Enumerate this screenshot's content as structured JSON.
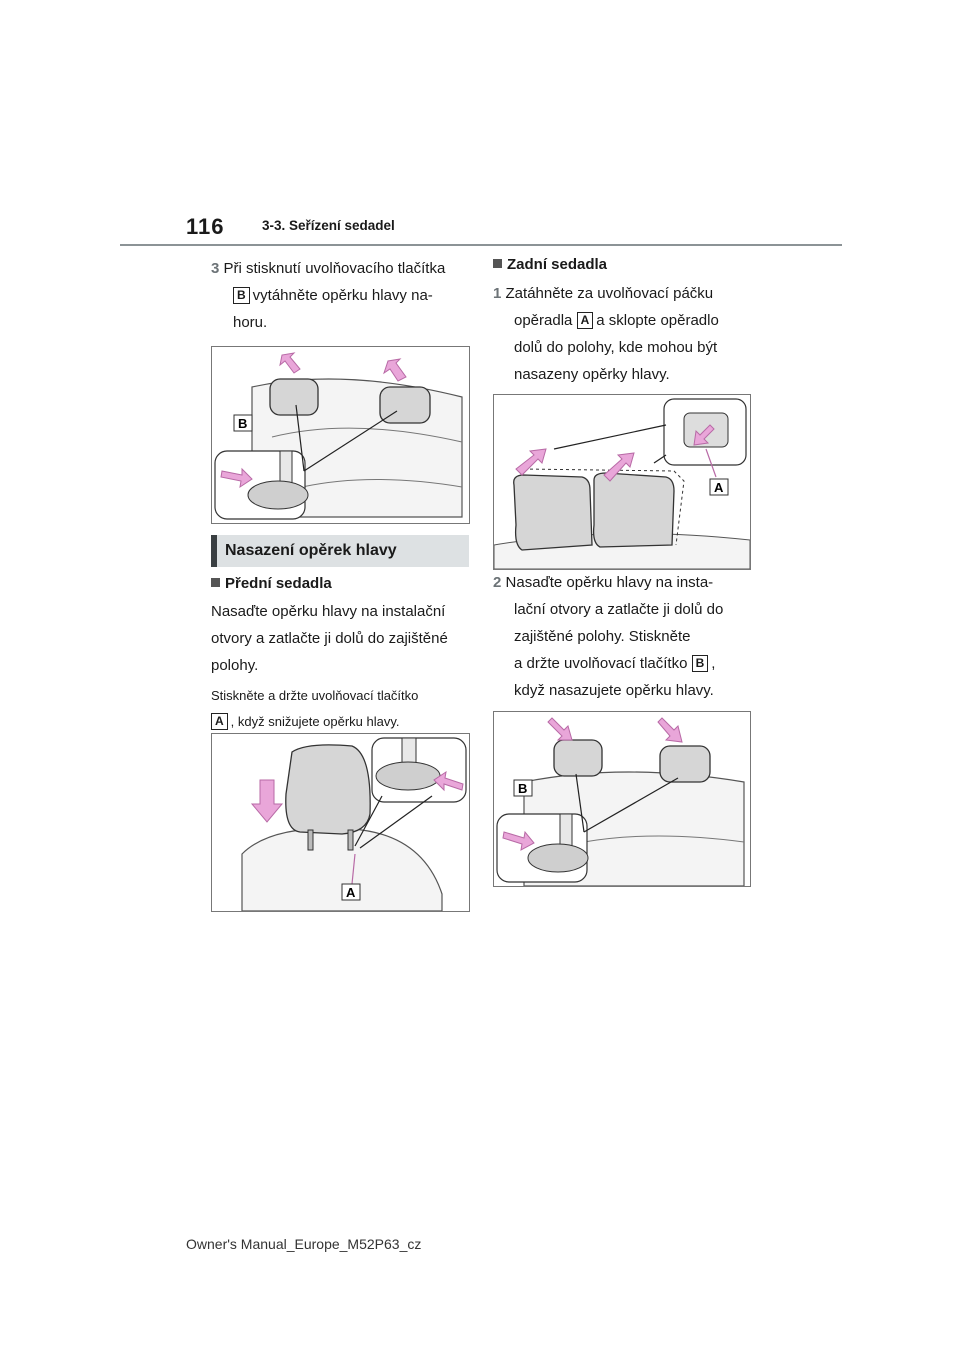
{
  "header": {
    "page_number": "116",
    "section": "3-3. Seřízení sedadel"
  },
  "left": {
    "step3": {
      "num": "3",
      "line1": "Při stisknutí uvolňovacího tlačítka",
      "badge": "B",
      "line2": "vytáhněte opěrku hlavy na-",
      "line3": "horu."
    },
    "figure1": {
      "label_b": "B"
    },
    "heading": "Nasazení opěrek hlavy",
    "front_seats": {
      "title": "Přední sedadla",
      "line1": "Nasaďte opěrku hlavy na instalační",
      "line2": "otvory a zatlačte ji dolů do zajištěné",
      "line3": "polohy.",
      "note1": "Stiskněte a držte uvolňovací tlačítko",
      "note_badge": "A",
      "note2": ", když snižujete opěrku hlavy."
    },
    "figure2": {
      "label_a": "A"
    }
  },
  "right": {
    "rear_seats": {
      "title": "Zadní sedadla",
      "step1_num": "1",
      "s1_line1": "Zatáhněte za uvolňovací páčku",
      "s1_line2a": "opěradla",
      "s1_badge": "A",
      "s1_line2b": "a sklopte opěradlo",
      "s1_line3": "dolů do polohy, kde mohou být",
      "s1_line4": "nasazeny opěrky hlavy."
    },
    "figure3": {
      "label_a": "A"
    },
    "step2": {
      "num": "2",
      "line1": "Nasaďte opěrku hlavy na insta-",
      "line2": "lační otvory a zatlačte ji dolů do",
      "line3": "zajištěné polohy. Stiskněte",
      "line4a": "a držte uvolňovací tlačítko",
      "badge": "B",
      "line4b": ",",
      "line5": "když nasazujete opěrku hlavy."
    },
    "figure4": {
      "label_b": "B"
    }
  },
  "footer": "Owner's Manual_Europe_M52P63_cz",
  "colors": {
    "arrow_pink": "#e9a6d9",
    "arrow_edge": "#b86aa6",
    "rule": "#8c9396",
    "heading_bg": "#dde1e3"
  }
}
